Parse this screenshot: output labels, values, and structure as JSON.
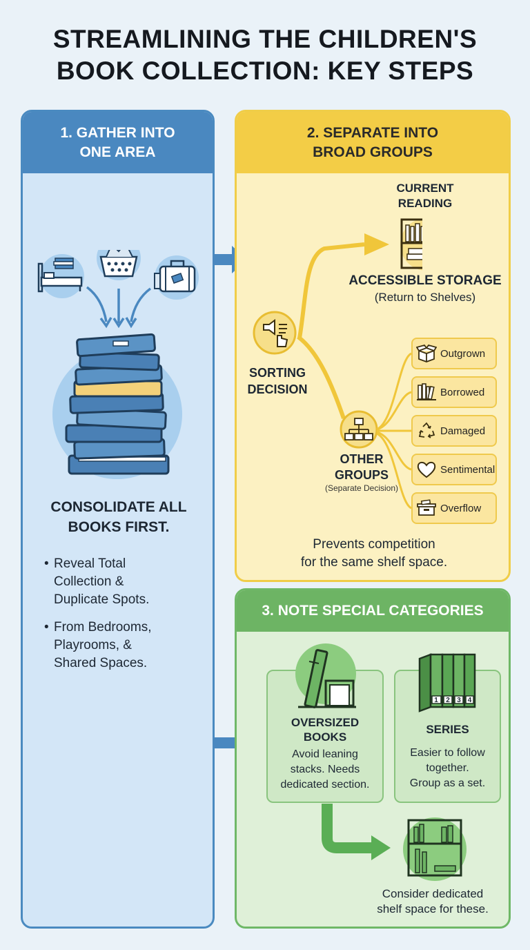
{
  "title": {
    "line1": "STREAMLINING THE CHILDREN'S",
    "line2": "BOOK COLLECTION: KEY STEPS"
  },
  "step1": {
    "header_line1": "1. GATHER INTO",
    "header_line2": "ONE AREA",
    "main_line1": "CONSOLIDATE ALL",
    "main_line2": "BOOKS FIRST.",
    "bullets": [
      [
        "Reveal Total",
        "Collection &",
        "Duplicate Spots."
      ],
      [
        "From Bedrooms,",
        "Playrooms, &",
        "Shared Spaces."
      ]
    ],
    "icons": [
      "bed-icon",
      "laundry-basket-icon",
      "suitcase-icon",
      "book-stack-icon"
    ]
  },
  "step2": {
    "header_line1": "2. SEPARATE INTO",
    "header_line2": "BROAD GROUPS",
    "current_line1": "CURRENT",
    "current_line2": "READING",
    "storage_title": "ACCESSIBLE STORAGE",
    "storage_note": "(Return to Shelves)",
    "sorting_line1": "SORTING",
    "sorting_line2": "DECISION",
    "other_line1": "OTHER",
    "other_line2": "GROUPS",
    "other_note": "(Separate Decision)",
    "groups": [
      {
        "label": "Outgrown",
        "icon": "open-box-icon"
      },
      {
        "label": "Borrowed",
        "icon": "books-icon"
      },
      {
        "label": "Damaged",
        "icon": "recycle-icon"
      },
      {
        "label": "Sentimental",
        "icon": "heart-icon"
      },
      {
        "label": "Overflow",
        "icon": "bin-icon"
      }
    ],
    "footer_line1": "Prevents competition",
    "footer_line2": "for the same shelf space."
  },
  "step3": {
    "header": "3. NOTE SPECIAL CATEGORIES",
    "oversized_title_line1": "OVERSIZED",
    "oversized_title_line2": "BOOKS",
    "oversized_desc": [
      "Avoid leaning",
      "stacks. Needs",
      "dedicated section."
    ],
    "series_title": "SERIES",
    "series_desc": [
      "Easier to follow",
      "together.",
      "Group as a set."
    ],
    "series_numbers": [
      "1",
      "2",
      "3",
      "4"
    ],
    "footer_line1": "Consider dedicated",
    "footer_line2": "shelf space for these."
  },
  "colors": {
    "blue": "#4a88c0",
    "yellow": "#f3cd46",
    "green": "#6db464"
  }
}
